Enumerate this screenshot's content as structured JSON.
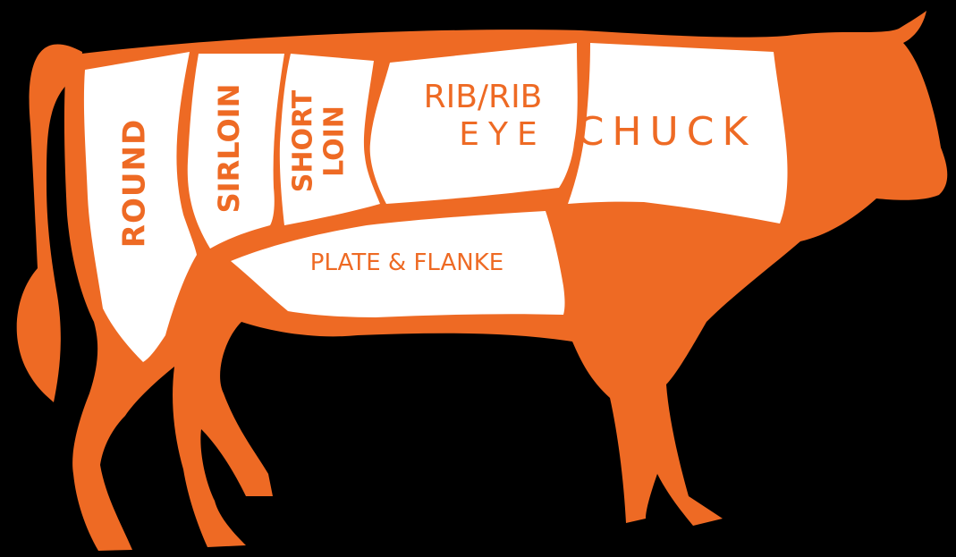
{
  "colors": {
    "background": "#000000",
    "body": "#ee6a24",
    "cut_fill": "#ffffff",
    "label": "#ee6a24"
  },
  "cuts": {
    "round": "ROUND",
    "sirloin": "SIRLOIN",
    "short_loin_line1": "SHORT",
    "short_loin_line2": "LOIN",
    "rib_line1": "RIB/RIB",
    "rib_line2": "EYE",
    "chuck": "CHUCK",
    "plate": "PLATE & FLANKE"
  }
}
